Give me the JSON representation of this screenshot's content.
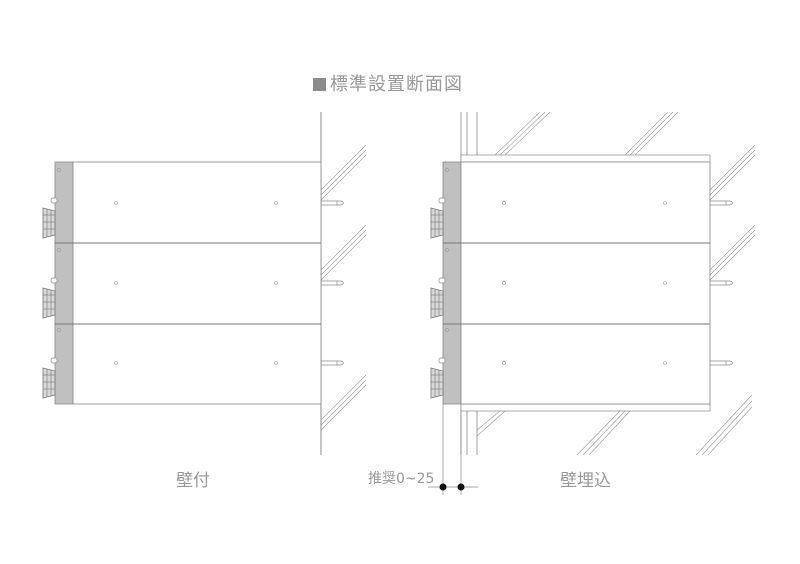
{
  "title": "標準設置断面図",
  "views": [
    {
      "label": "壁付",
      "units": 3
    },
    {
      "label": "壁埋込",
      "units": 3
    }
  ],
  "dimension_note": "推奨0~25",
  "colors": {
    "line": "#888888",
    "panel": "#c0c0c0",
    "text": "#999999",
    "title_square": "#8c8c8c"
  }
}
